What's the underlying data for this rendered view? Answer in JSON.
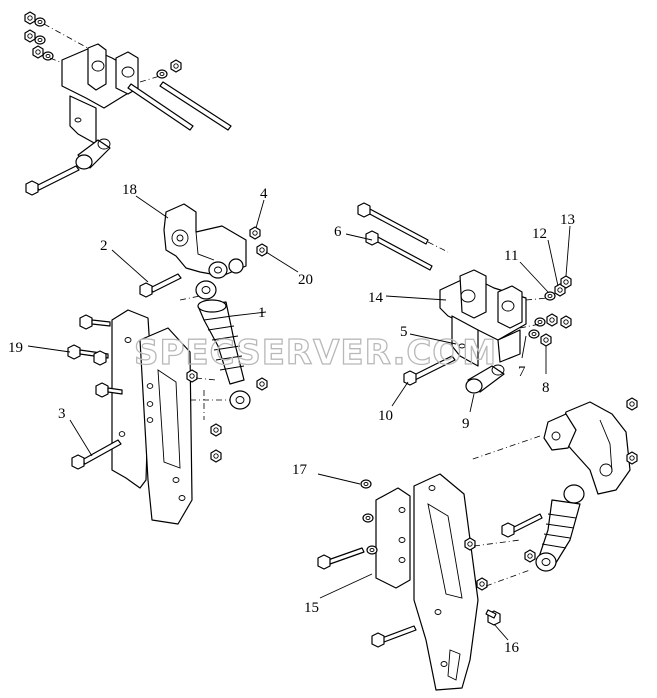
{
  "watermark": "SPECSERVER.COM",
  "callouts": [
    {
      "id": "1",
      "label": "1"
    },
    {
      "id": "2",
      "label": "2"
    },
    {
      "id": "3",
      "label": "3"
    },
    {
      "id": "4",
      "label": "4"
    },
    {
      "id": "5",
      "label": "5"
    },
    {
      "id": "6",
      "label": "6"
    },
    {
      "id": "7",
      "label": "7"
    },
    {
      "id": "8",
      "label": "8"
    },
    {
      "id": "9",
      "label": "9"
    },
    {
      "id": "10",
      "label": "10"
    },
    {
      "id": "11",
      "label": "11"
    },
    {
      "id": "12",
      "label": "12"
    },
    {
      "id": "13",
      "label": "13"
    },
    {
      "id": "14",
      "label": "14"
    },
    {
      "id": "15",
      "label": "15"
    },
    {
      "id": "16",
      "label": "16"
    },
    {
      "id": "17",
      "label": "17"
    },
    {
      "id": "18",
      "label": "18"
    },
    {
      "id": "19",
      "label": "19"
    },
    {
      "id": "20",
      "label": "20"
    }
  ]
}
